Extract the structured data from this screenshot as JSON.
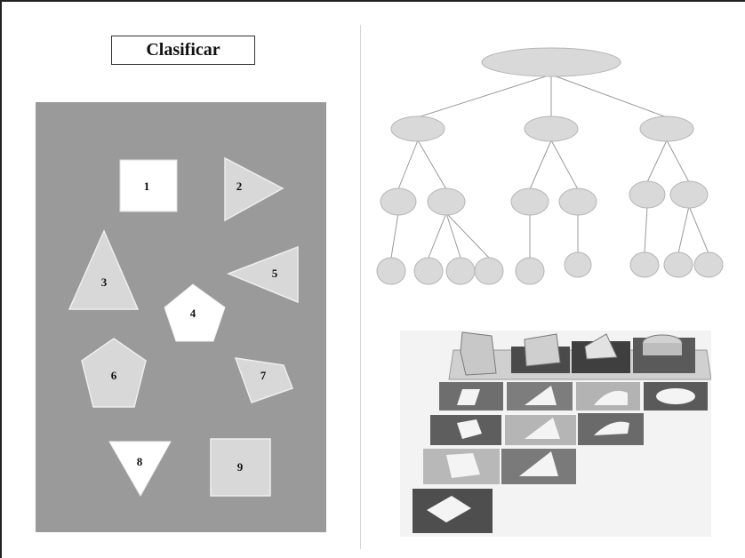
{
  "title": "Clasificar",
  "shape_labels": [
    "1",
    "2",
    "3",
    "4",
    "5",
    "6",
    "7",
    "8",
    "9"
  ],
  "colors": {
    "board": "#9a9a9a",
    "shape_light": "#d8d8d8",
    "shape_white": "#ffffff",
    "node": "#d9d9d9",
    "tile_dark": "#5a5a5a",
    "tile_mid": "#7d7d7d",
    "tile_light": "#b0b0b0"
  },
  "icons": [
    "shape-sorter-puzzle-image"
  ]
}
